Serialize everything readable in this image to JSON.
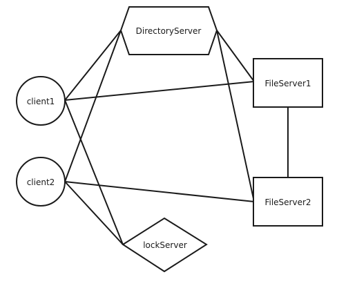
{
  "diagram": {
    "nodes": [
      {
        "id": "directory-server",
        "label": "DirectoryServer",
        "shape": "hexagon"
      },
      {
        "id": "client1",
        "label": "client1",
        "shape": "circle"
      },
      {
        "id": "client2",
        "label": "client2",
        "shape": "circle"
      },
      {
        "id": "file-server1",
        "label": "FileServer1",
        "shape": "rectangle"
      },
      {
        "id": "file-server2",
        "label": "FileServer2",
        "shape": "rectangle"
      },
      {
        "id": "lock-server",
        "label": "lockServer",
        "shape": "diamond"
      }
    ],
    "edges": [
      {
        "from": "client1",
        "to": "directory-server"
      },
      {
        "from": "client1",
        "to": "file-server1"
      },
      {
        "from": "client1",
        "to": "lock-server"
      },
      {
        "from": "client2",
        "to": "directory-server"
      },
      {
        "from": "client2",
        "to": "file-server2"
      },
      {
        "from": "client2",
        "to": "lock-server"
      },
      {
        "from": "directory-server",
        "to": "file-server1"
      },
      {
        "from": "directory-server",
        "to": "file-server2"
      },
      {
        "from": "file-server1",
        "to": "file-server2"
      }
    ],
    "colors": {
      "stroke": "#1a1a1a",
      "fill": "#ffffff",
      "background": "#ffffff"
    }
  }
}
